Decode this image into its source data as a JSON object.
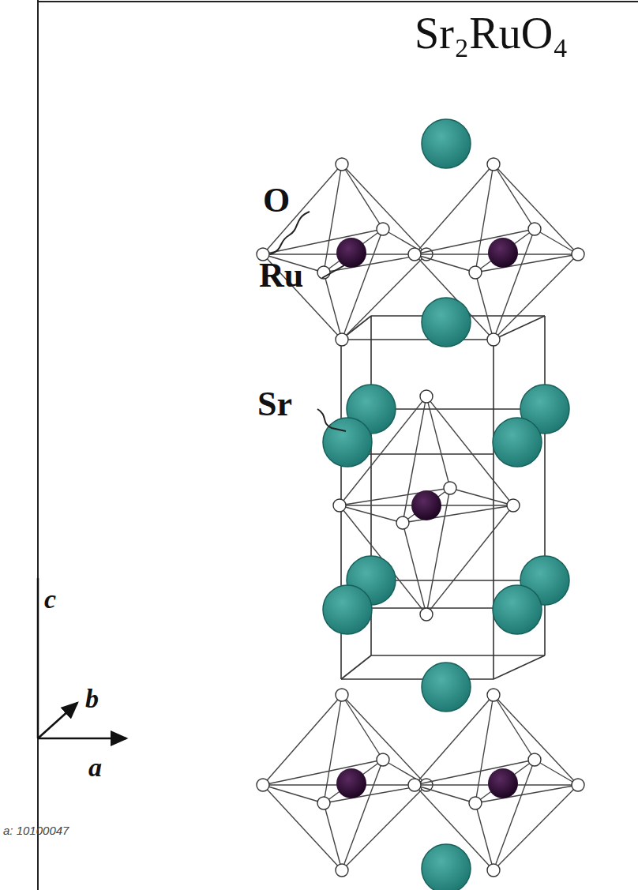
{
  "diagram": {
    "title": "Sr₂RuO₄",
    "labels": [
      "O",
      "Ru",
      "Sr",
      "c",
      "b",
      "a",
      "a: 10100047"
    ]
  }
}
